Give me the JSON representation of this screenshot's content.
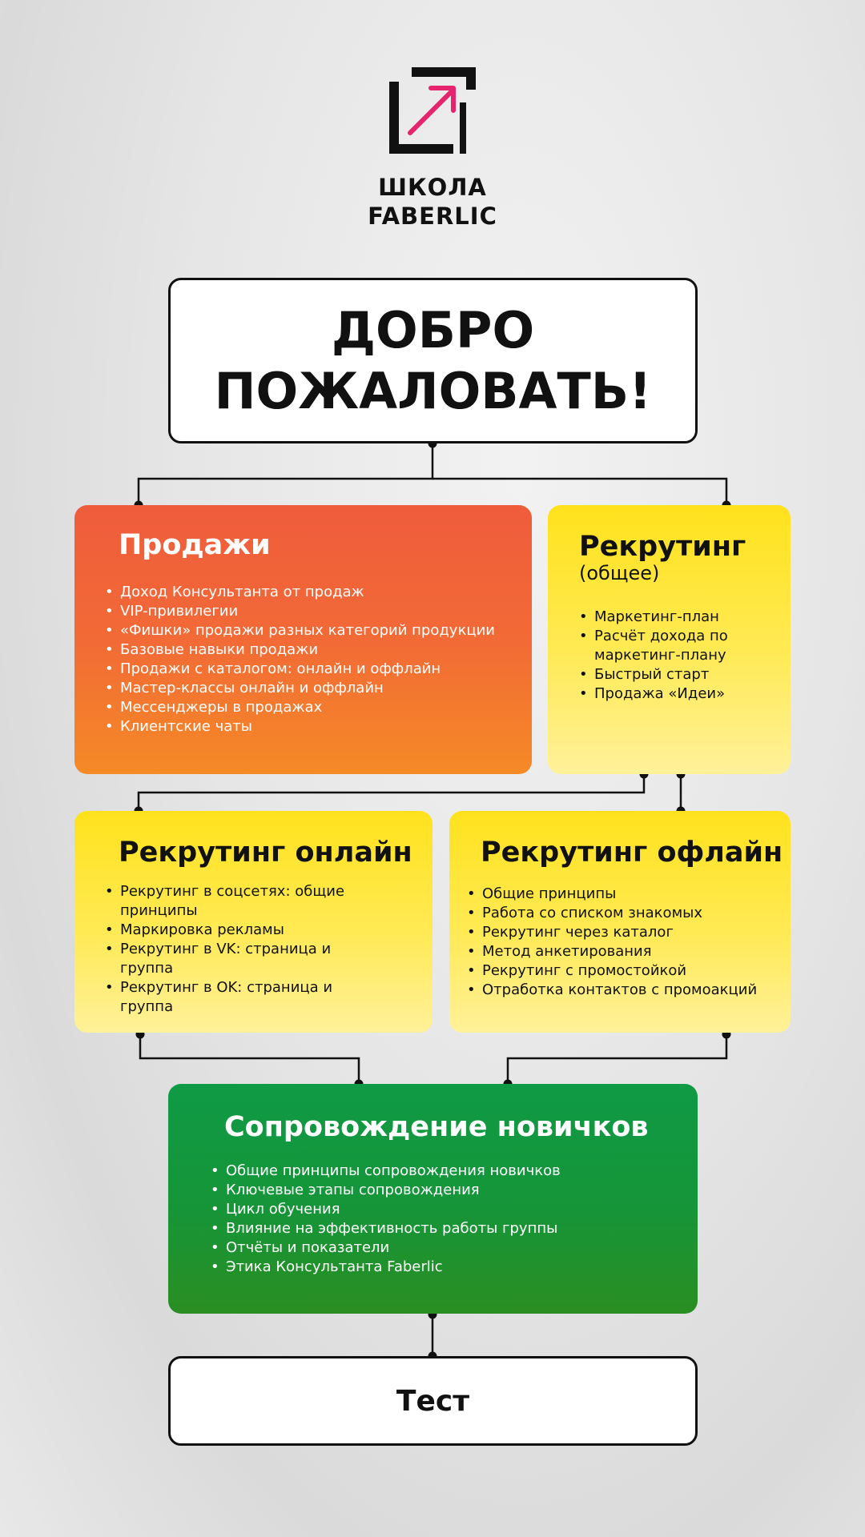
{
  "logo": {
    "line1": "ШКОЛА",
    "line2": "FABERLIC",
    "arrow_color": "#e6246e"
  },
  "welcome": {
    "line1": "ДОБРО",
    "line2": "ПОЖАЛОВАТЬ!"
  },
  "sales": {
    "title": "Продажи",
    "items": [
      "Доход Консультанта от продаж",
      "VIP-привилегии",
      "«Фишки» продажи разных категорий продукции",
      "Базовые навыки продажи",
      "Продажи с каталогом: онлайн и оффлайн",
      "Мастер-классы онлайн и оффлайн",
      "Мессенджеры в продажах",
      "Клиентские чаты"
    ]
  },
  "recruit_general": {
    "title": "Рекрутинг",
    "subtitle": "(общее)",
    "items": [
      "Маркетинг-план",
      "Расчёт дохода по маркетинг-плану",
      "Быстрый старт",
      "Продажа «Идеи»"
    ]
  },
  "recruit_online": {
    "title": "Рекрутинг онлайн",
    "items": [
      "Рекрутинг в соцсетях: общие принципы",
      "Маркировка рекламы",
      "Рекрутинг в VK: страница и группа",
      "Рекрутинг в OK: страница и группа"
    ]
  },
  "recruit_offline": {
    "title": "Рекрутинг офлайн",
    "items": [
      "Общие принципы",
      "Работа со списком знакомых",
      "Рекрутинг через каталог",
      "Метод анкетирования",
      "Рекрутинг с промостойкой",
      "Отработка контактов с промоакций"
    ]
  },
  "support": {
    "title": "Сопровождение новичков",
    "items": [
      "Общие принципы сопровождения новичков",
      "Ключевые этапы сопровождения",
      "Цикл обучения",
      "Влияние на эффективность работы группы",
      "Отчёты и показатели",
      "Этика Консультанта Faberlic"
    ]
  },
  "test": {
    "label": "Тест"
  },
  "colors": {
    "sales": "#f26a36",
    "recruit": "#ffe526",
    "support": "#169538",
    "connector": "#111111"
  }
}
